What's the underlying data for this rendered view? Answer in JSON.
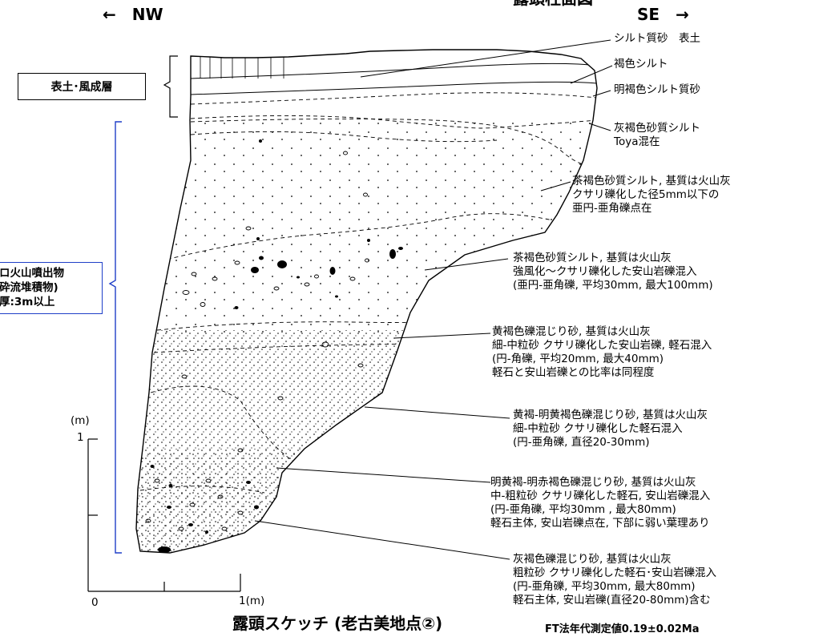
{
  "header": {
    "left_direction": "←　NW",
    "right_direction": "SE　→",
    "top_cut_text": "露頭柱面図"
  },
  "left_labels": {
    "topsoil_box": "表土･風成層",
    "volcanic_line1": "ロ火山噴出物",
    "volcanic_line2": "砕流堆積物)",
    "volcanic_line3": "厚:3m以上"
  },
  "scale": {
    "unit_label": "(m)",
    "tick_1": "1",
    "origin": "0",
    "x_end": "1(m)"
  },
  "layers": [
    {
      "lines": [
        "シルト質砂　表土"
      ]
    },
    {
      "lines": [
        "褐色シルト"
      ]
    },
    {
      "lines": [
        "明褐色シルト質砂"
      ]
    },
    {
      "lines": [
        "灰褐色砂質シルト",
        "Toya混在"
      ]
    },
    {
      "lines": [
        "茶褐色砂質シルト, 基質は火山灰",
        "クサリ礫化した径5mm以下の",
        "亜円-亜角礫点在"
      ]
    },
    {
      "lines": [
        "茶褐色砂質シルト, 基質は火山灰",
        "強風化～クサリ礫化した安山岩礫混入",
        "(亜円-亜角礫, 平均30mm, 最大100mm)"
      ]
    },
    {
      "lines": [
        "黄褐色礫混じり砂, 基質は火山灰",
        "細-中粒砂  クサリ礫化した安山岩礫, 軽石混入",
        "(円-角礫, 平均20mm, 最大40mm)",
        "軽石と安山岩礫との比率は同程度"
      ]
    },
    {
      "lines": [
        "黄褐-明黄褐色礫混じり砂, 基質は火山灰",
        "細-中粒砂  クサリ礫化した軽石混入",
        "(円-亜角礫, 直径20-30mm)"
      ]
    },
    {
      "lines": [
        "明黄褐-明赤褐色礫混じり砂, 基質は火山灰",
        "中-粗粒砂  クサリ礫化した軽石, 安山岩礫混入",
        "(円-亜角礫, 平均30mm , 最大80mm)",
        "軽石主体, 安山岩礫点在, 下部に弱い葉理あり"
      ]
    },
    {
      "lines": [
        "灰褐色礫混じり砂, 基質は火山灰",
        "粗粒砂  クサリ礫化した軽石･安山岩礫混入",
        "(円-亜角礫, 平均30mm, 最大80mm)",
        "軽石主体, 安山岩礫(直径20-80mm)含む"
      ]
    }
  ],
  "footer": {
    "title": "露頭スケッチ (老古美地点②)",
    "ft_date": "FT法年代測定値0.19±0.02Ma"
  }
}
